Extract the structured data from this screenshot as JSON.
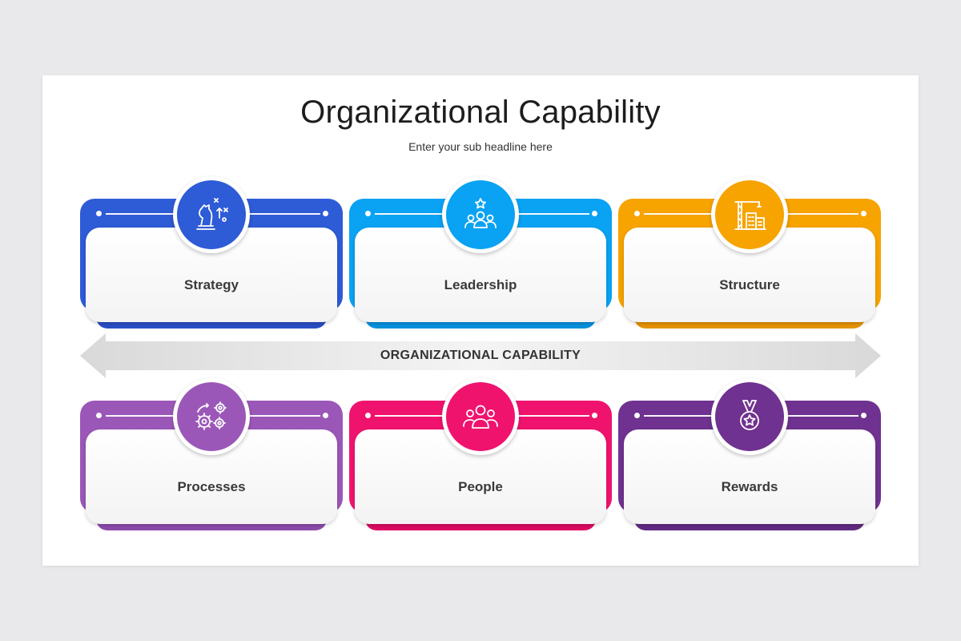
{
  "header": {
    "title": "Organizational Capability",
    "subtitle": "Enter your sub headline here"
  },
  "arrow": {
    "label": "ORGANIZATIONAL CAPABILITY"
  },
  "cards": [
    {
      "label": "Strategy",
      "color": "#2e5bd6",
      "lip": "#2a4fc4",
      "icon": "chess-strategy-icon"
    },
    {
      "label": "Leadership",
      "color": "#0aa2f2",
      "lip": "#0a90dc",
      "icon": "leader-group-icon"
    },
    {
      "label": "Structure",
      "color": "#f7a300",
      "lip": "#e59300",
      "icon": "building-crane-icon"
    },
    {
      "label": "Processes",
      "color": "#9b57b8",
      "lip": "#8c4aab",
      "icon": "gears-icon"
    },
    {
      "label": "People",
      "color": "#f0136e",
      "lip": "#dc0c62",
      "icon": "people-group-icon"
    },
    {
      "label": "Rewards",
      "color": "#6f3290",
      "lip": "#622a82",
      "icon": "medal-icon"
    }
  ]
}
